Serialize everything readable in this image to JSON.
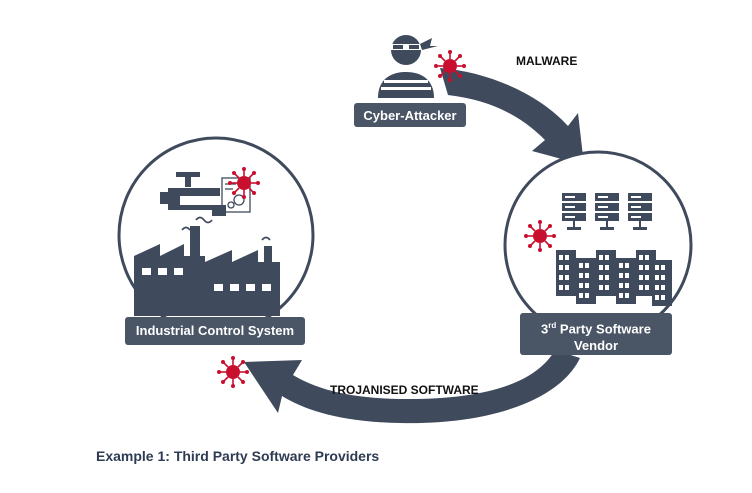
{
  "diagram": {
    "attacker_label": "Cyber-Attacker",
    "ics_label": "Industrial Control System",
    "vendor_label_line1_pre": "3",
    "vendor_label_sup": "rd",
    "vendor_label_line1_post": " Party Software",
    "vendor_label_line2": "Vendor",
    "malware_label": "MALWARE",
    "trojan_label": "TROJANISED SOFTWARE",
    "caption": "Example 1: Third Party Software Providers"
  },
  "colors": {
    "node_fill": "#4a5566",
    "icon_fill": "#3f4a5c",
    "virus_red": "#c8102e",
    "caption_text": "#2e3b52"
  },
  "icons": [
    "hacker-icon",
    "virus-icon",
    "factory-icon",
    "pipe-valve-icon",
    "server-rack-icon",
    "office-building-icon"
  ]
}
